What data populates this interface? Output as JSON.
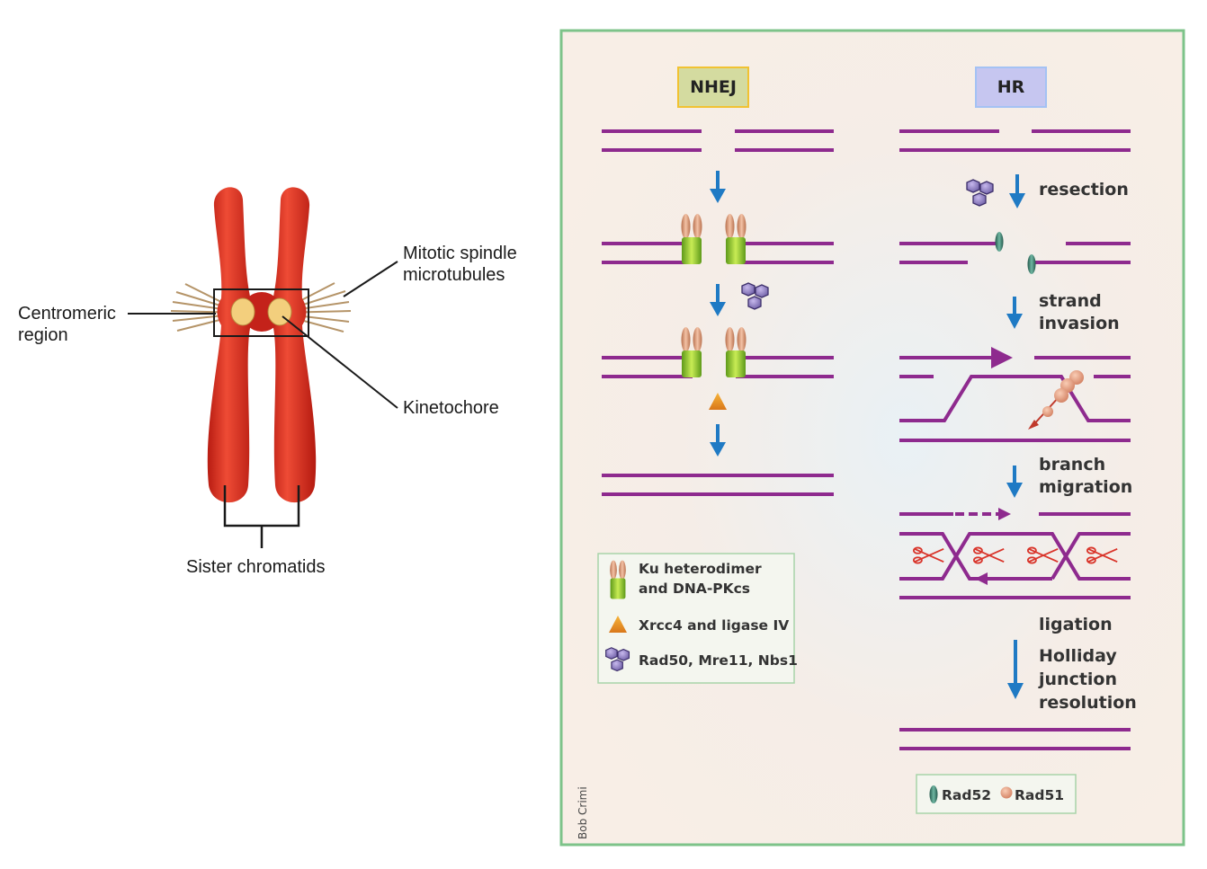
{
  "chromosome": {
    "label_mitotic_spindle": [
      "Mitotic spindle",
      "microtubules"
    ],
    "label_centromeric": [
      "Centromeric",
      "region"
    ],
    "label_kinetochore": "Kinetochore",
    "label_sister_chromatids": "Sister chromatids",
    "colors": {
      "chromatid": "#d42a1e",
      "kinetochore": "#f3cf7d",
      "outline": "#1a1a1a"
    }
  },
  "repair_panel": {
    "nhej_title": "NHEJ",
    "hr_title": "HR",
    "steps": {
      "resection": "resection",
      "strand_invasion": [
        "strand",
        "invasion"
      ],
      "branch_migration": [
        "branch",
        "migration"
      ],
      "ligation": "ligation",
      "holliday": [
        "Holliday",
        "junction",
        "resolution"
      ]
    },
    "legend_nhej": {
      "ku": [
        "Ku heterodimer",
        "and DNA-PKcs"
      ],
      "xrcc4": "Xrcc4 and ligase IV",
      "rad50": "Rad50, Mre11, Nbs1"
    },
    "legend_hr": {
      "rad52": "Rad52",
      "rad51": "Rad51"
    },
    "credit": "Bob Crimi",
    "colors": {
      "dna": "#8e2a8e",
      "arrow": "#1f7ac4",
      "border": "#7dc389",
      "nhej_header_bg": "#d4dba0",
      "nhej_header_border": "#f1c232",
      "hr_header_bg": "#c6c6f0",
      "hr_header_border": "#a4c2f4"
    }
  }
}
